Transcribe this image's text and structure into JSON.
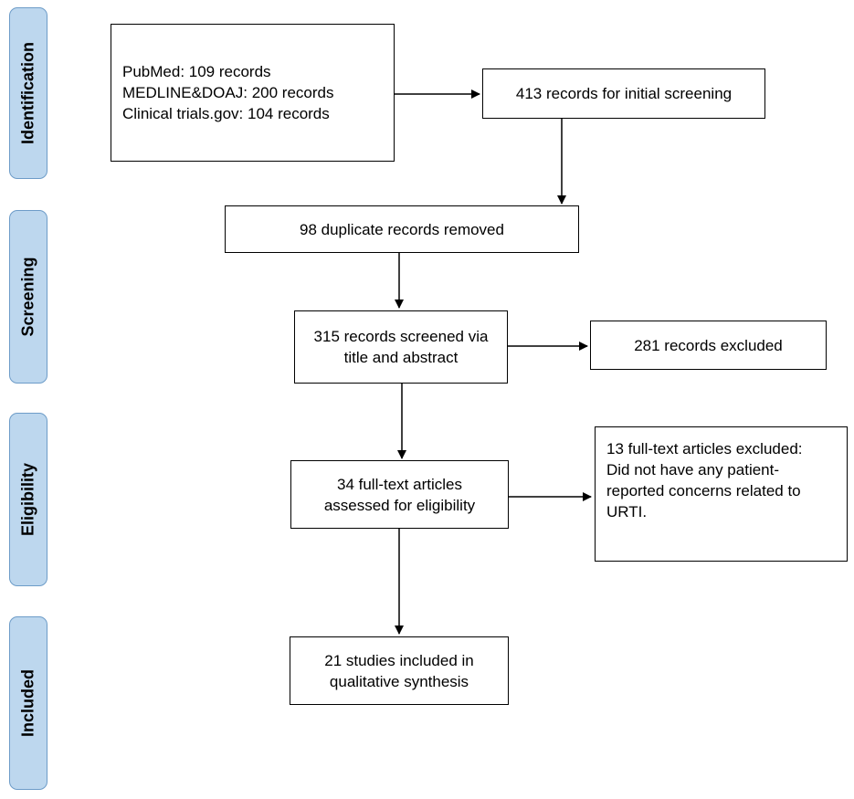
{
  "phases": [
    {
      "label": "Identification"
    },
    {
      "label": "Screening"
    },
    {
      "label": "Eligibility"
    },
    {
      "label": "Included"
    }
  ],
  "boxes": {
    "sources": {
      "lines": [
        "PubMed: 109 records",
        "MEDLINE&DOAJ: 200 records",
        "Clinical trials.gov: 104 records"
      ]
    },
    "initial_screening": {
      "text": "413 records for initial screening"
    },
    "duplicates": {
      "text": "98 duplicate records removed"
    },
    "screened": {
      "text": "315 records screened via\ntitle and abstract"
    },
    "excluded": {
      "text": "281 records excluded"
    },
    "fulltext": {
      "text": "34 full-text articles\nassessed for eligibility"
    },
    "fulltext_excluded": {
      "text": "13 full-text articles excluded:\nDid not have any patient-\nreported concerns related to\nURTI."
    },
    "included": {
      "text": "21 studies included in\nqualitative synthesis"
    }
  }
}
